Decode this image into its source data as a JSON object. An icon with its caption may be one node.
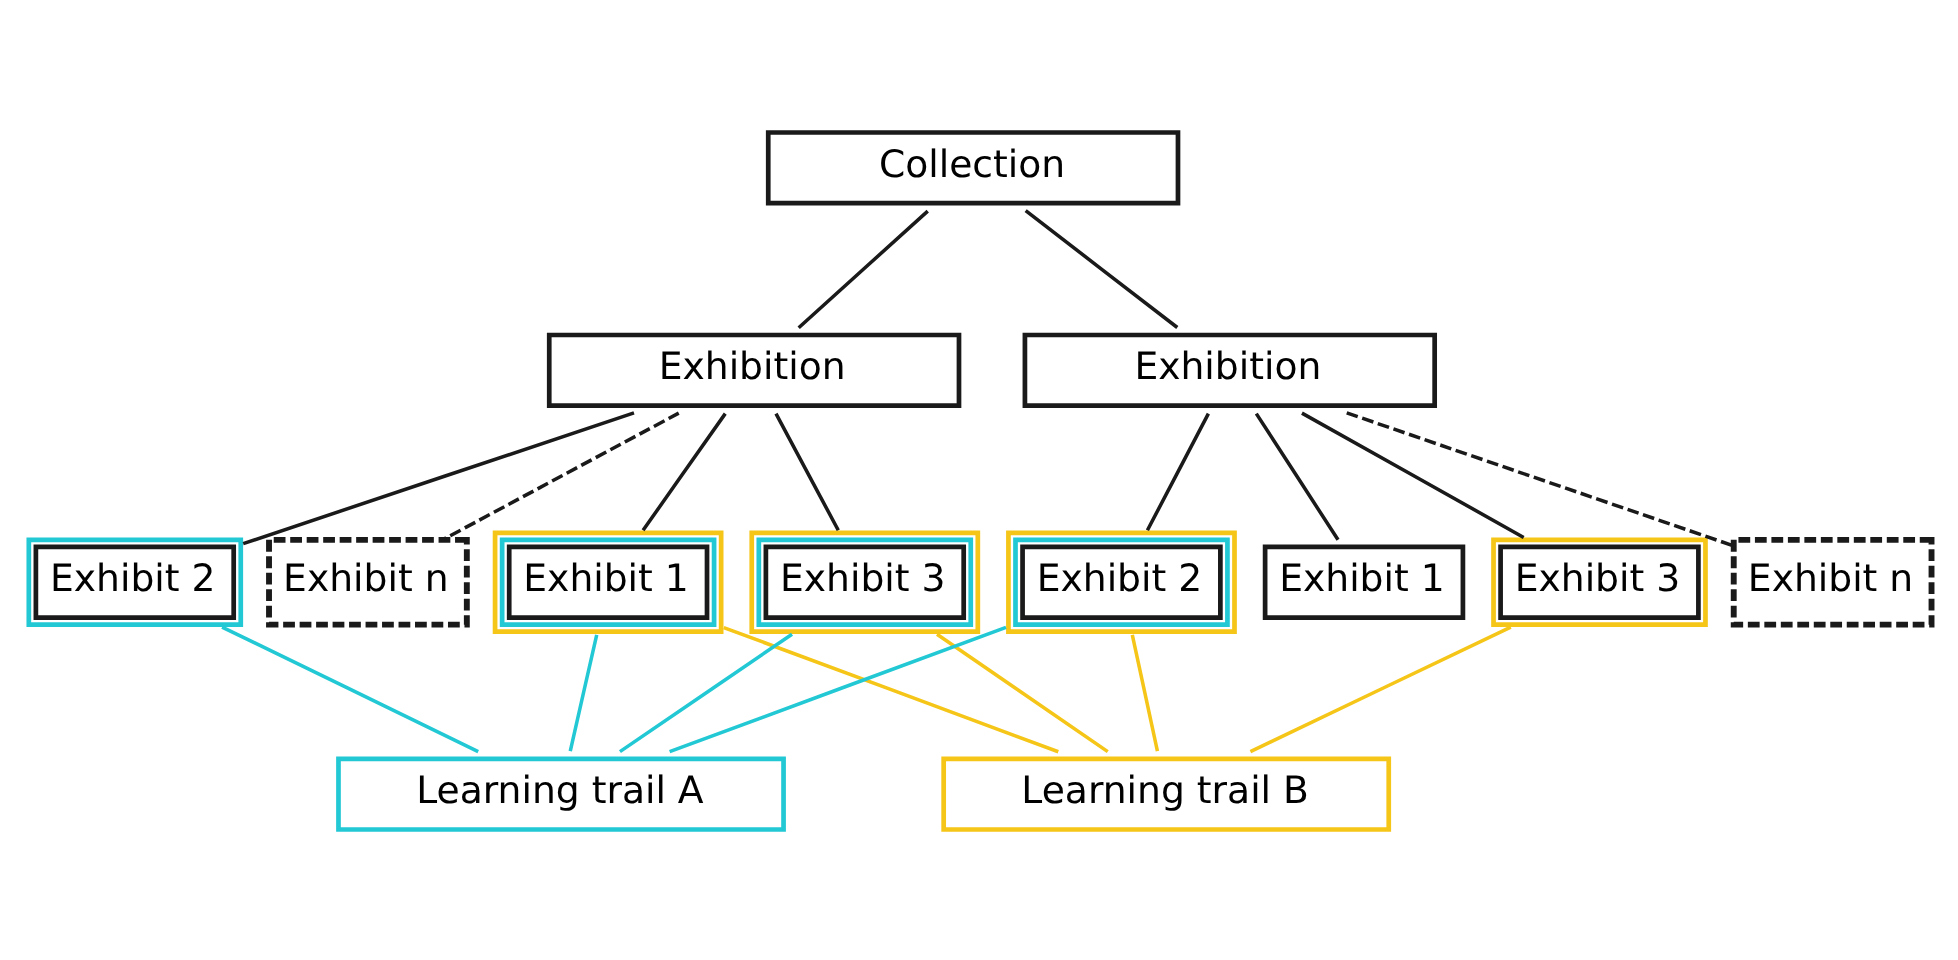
{
  "diagram": {
    "nodes": [
      {
        "text": [
          "Collection"
        ]
      },
      {
        "text": [
          "Exhibition"
        ]
      },
      {
        "text": [
          "Exhibition"
        ]
      },
      {
        "text": [
          "Exhibit 1"
        ]
      },
      {
        "text": [
          "Exhibit 2"
        ]
      },
      {
        "text": [
          "Exhibit 3"
        ]
      },
      {
        "text": [
          "Exhibit n"
        ]
      },
      {
        "text": [
          "Exhibit 1"
        ]
      },
      {
        "text": [
          "Exhibit 2"
        ]
      },
      {
        "text": [
          "Exhibit 3"
        ]
      },
      {
        "text": [
          "Exhibit n"
        ]
      },
      {
        "text": [
          "Learning trail A"
        ]
      },
      {
        "text": [
          "Learning trail B"
        ]
      }
    ],
    "edges": [
      {
        "from": 0,
        "to": 1,
        "arrow": "none"
      },
      {
        "from": 0,
        "to": 2,
        "arrow": "none"
      },
      {
        "from": 1,
        "to": 3,
        "arrow": "none"
      },
      {
        "from": 1,
        "to": 4,
        "arrow": "none"
      },
      {
        "from": 1,
        "to": 5,
        "arrow": "none"
      },
      {
        "from": 1,
        "to": 6,
        "arrow": "none",
        "style": "dashed"
      },
      {
        "from": 2,
        "to": 7,
        "arrow": "none"
      },
      {
        "from": 2,
        "to": 8,
        "arrow": "none"
      },
      {
        "from": 2,
        "to": 9,
        "arrow": "none"
      },
      {
        "from": 2,
        "to": 10,
        "arrow": "none",
        "style": "dashed"
      },
      {
        "from": 3,
        "to": 11,
        "arrow": "none",
        "color": "#22c8d4"
      },
      {
        "from": 4,
        "to": 11,
        "arrow": "none",
        "color": "#22c8d4"
      },
      {
        "from": 5,
        "to": 11,
        "arrow": "none",
        "color": "#22c8d4"
      },
      {
        "from": 8,
        "to": 11,
        "arrow": "none",
        "color": "#22c8d4"
      },
      {
        "from": 3,
        "to": 12,
        "arrow": "none",
        "color": "#f5c518"
      },
      {
        "from": 5,
        "to": 12,
        "arrow": "none",
        "color": "#f5c518"
      },
      {
        "from": 8,
        "to": 12,
        "arrow": "none",
        "color": "#f5c518"
      },
      {
        "from": 9,
        "to": 12,
        "arrow": "none",
        "color": "#f5c518"
      }
    ]
  }
}
